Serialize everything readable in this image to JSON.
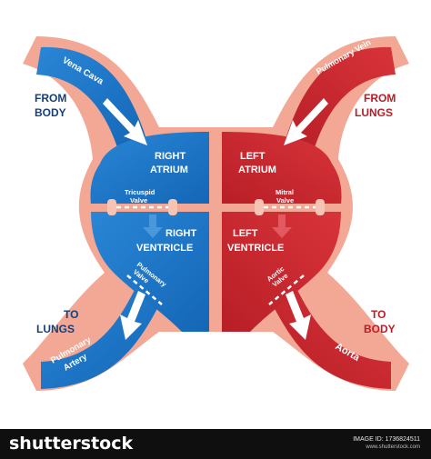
{
  "labels": {
    "vena_cava": "Vena Cava",
    "pulmonary_vein": "Pulmonary Vein",
    "from_body": [
      "FROM",
      "BODY"
    ],
    "from_lungs": [
      "FROM",
      "LUNGS"
    ],
    "right_atrium": [
      "RIGHT",
      "ATRIUM"
    ],
    "left_atrium": [
      "LEFT",
      "ATRIUM"
    ],
    "tricuspid_valve": [
      "Tricuspid",
      "Valve"
    ],
    "mitral_valve": [
      "Mitral",
      "Valve"
    ],
    "right_ventricle": [
      "RIGHT",
      "VENTRICLE"
    ],
    "left_ventricle": [
      "LEFT",
      "VENTRICLE"
    ],
    "pulmonary_valve": [
      "Pulmonary",
      "Valve"
    ],
    "aortic_valve": [
      "Aortic",
      "Valve"
    ],
    "to_lungs": [
      "TO",
      "LUNGS"
    ],
    "to_body": [
      "TO",
      "BODY"
    ],
    "pulmonary_artery": [
      "Pulmonary",
      "Artery"
    ],
    "aorta": "Aorta"
  },
  "watermark": {
    "logo": "shutterstock",
    "id": "IMAGE ID: 1736824511",
    "site": "www.shutterstock.com"
  },
  "colors": {
    "blue": "#1f78c8",
    "blue_dark": "#0f5fa8",
    "red": "#c9252c",
    "red_dark": "#a81c22",
    "tissue": "#f3a895",
    "tissue_light": "#f7c4b4",
    "text_navy": "#163f7a",
    "text_red": "#b81e26"
  }
}
